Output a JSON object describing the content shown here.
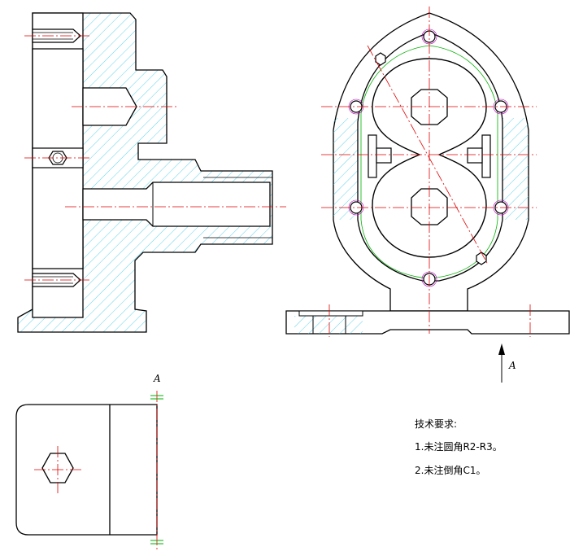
{
  "view_label_top": "A",
  "view_label_bottom": "A",
  "notes": {
    "title": "技术要求:",
    "items": [
      "1.未注圆角R2-R3。",
      "2.未注倒角C1。"
    ]
  },
  "colors": {
    "outline": "#000000",
    "centerline": "#e00000",
    "hatch": "#39c8e6",
    "green": "#00b000",
    "magenta": "#c000c0"
  }
}
